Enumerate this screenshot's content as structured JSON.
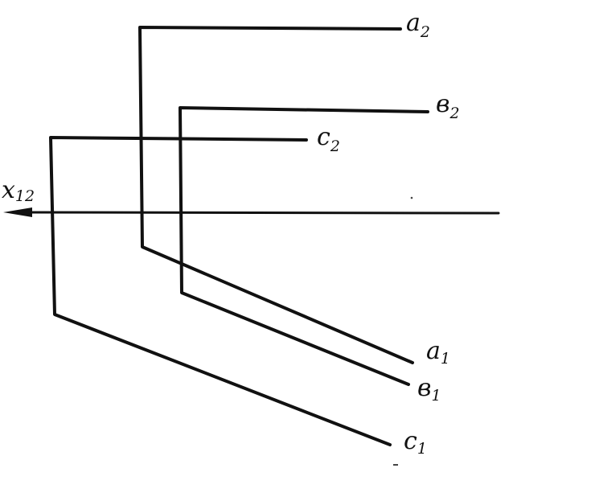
{
  "diagram": {
    "axis": {
      "letter": "x",
      "subscript": "12"
    },
    "labels": {
      "a2": {
        "letter": "a",
        "subscript": "2"
      },
      "b2": {
        "letter": "в",
        "subscript": "2"
      },
      "c2": {
        "letter": "c",
        "subscript": "2"
      },
      "a1": {
        "letter": "a",
        "subscript": "1"
      },
      "b1": {
        "letter": "в",
        "subscript": "1"
      },
      "c1": {
        "letter": "c",
        "subscript": "1"
      }
    },
    "colors": {
      "ink": "#111111",
      "paper": "#ffffff"
    }
  }
}
